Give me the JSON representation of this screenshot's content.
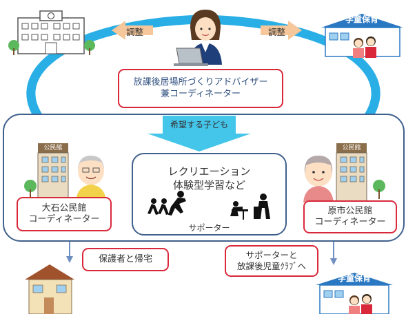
{
  "coordination": {
    "left_label": "調整",
    "right_label": "調整"
  },
  "advisor": {
    "line1": "放課後居場所づくりアドバイザー",
    "line2": "兼コーディネーター"
  },
  "flow": {
    "hope_children": "希望する子ども"
  },
  "activities": {
    "line1": "レクリエーション",
    "line2": "体験型学習など",
    "supporter": "サポーター"
  },
  "left_center": {
    "sign": "公民館",
    "line1": "大石公民館",
    "line2": "コーディネーター"
  },
  "right_center": {
    "sign": "公民館",
    "line1": "原市公民館",
    "line2": "コーディネーター"
  },
  "outcomes": {
    "home": "保護者と帰宅",
    "club_line1": "サポーターと",
    "club_line2": "放課後児童ｸﾗﾌﾞへ"
  },
  "afterschool_signs": {
    "top_right": "学童保育",
    "bottom_right": "学童保育"
  },
  "colors": {
    "arc": "#29aee6",
    "red_border": "#d8283a",
    "panel_border": "#3f5f8c",
    "arrow_orange": "#f5c79a",
    "arrow_cyan": "#44c5ea",
    "down_arrow": "#6f8fc2",
    "sign_blue": "#2b78c2"
  }
}
